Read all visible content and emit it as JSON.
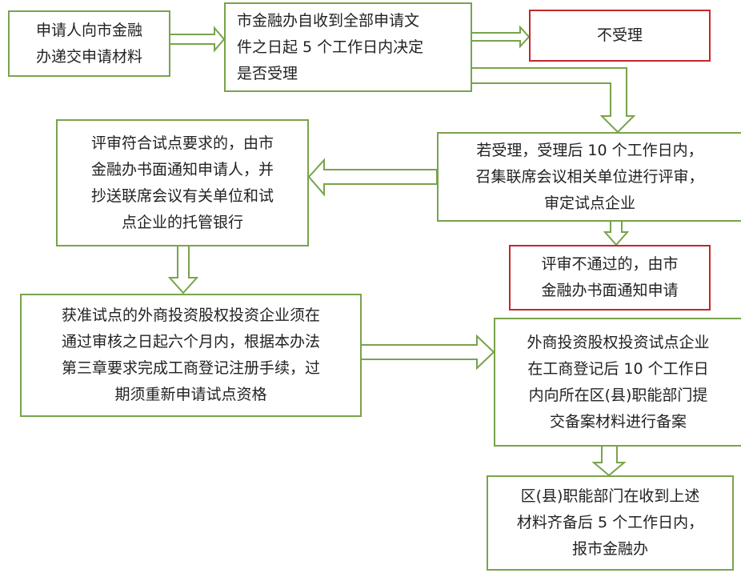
{
  "colors": {
    "step_border": "#79a34b",
    "reject_border": "#c3262c",
    "arrow": "#79a34b"
  },
  "steps": {
    "submit": [
      "申请人向市金融",
      "办递交申请材料"
    ],
    "decide": [
      "市金融办自收到全部申请文",
      "件之日起 5 个工作日内决定",
      "是否受理"
    ],
    "not_accepted": [
      "不受理"
    ],
    "review": [
      "若受理，受理后 10 个工作日内，",
      "召集联席会议相关单位进行评审，",
      "审定试点企业"
    ],
    "approved_notice": [
      "评审符合试点要求的，由市",
      "金融办书面通知申请人，并",
      "抄送联席会议有关单位和试",
      "点企业的托管银行"
    ],
    "rejected_notice": [
      "评审不通过的，由市",
      "金融办书面通知申请"
    ],
    "registration": [
      "获准试点的外商投资股权投资企业须在",
      "通过审核之日起六个月内，根据本办法",
      "第三章要求完成工商登记注册手续，过",
      "期须重新申请试点资格"
    ],
    "filing": [
      "外商投资股权投资试点企业",
      "在工商登记后 10 个工作日",
      "内向所在区(县)职能部门提",
      "交备案材料进行备案"
    ],
    "report": [
      "区(县)职能部门在收到上述",
      "材料齐备后 5 个工作日内，",
      "报市金融办"
    ]
  }
}
